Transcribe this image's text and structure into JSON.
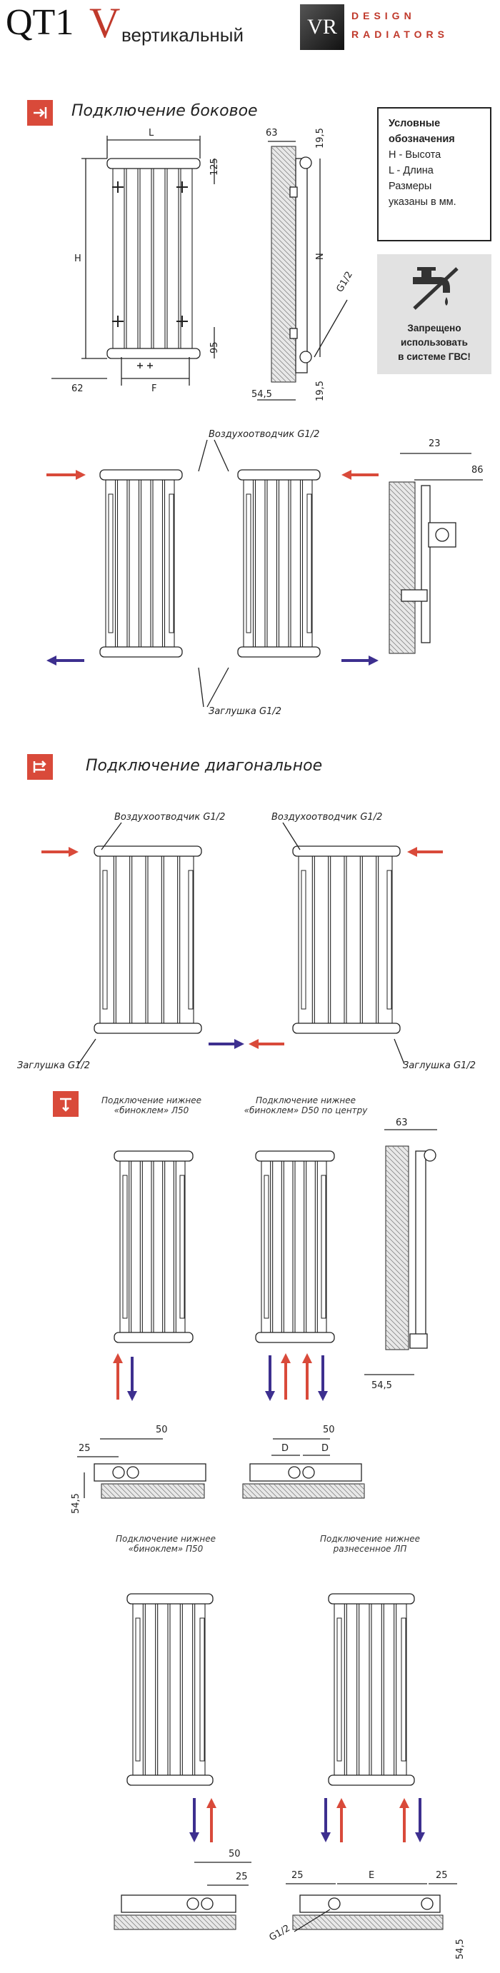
{
  "header": {
    "model": "QT1",
    "variant_letter": "V",
    "variant_word": "вертикальный",
    "logo_mark": "VR",
    "logo_line1": "DESIGN",
    "logo_line2": "RADIATORS"
  },
  "legend": {
    "title_lines": [
      "Условные",
      "обозначения"
    ],
    "items": [
      "H - Высота",
      "L - Длина",
      "Размеры",
      "указаны в мм."
    ]
  },
  "warning": {
    "lines": [
      "Запрещено",
      "использовать",
      "в системе ГВС!"
    ]
  },
  "sections": {
    "side": {
      "title": "Подключение боковое"
    },
    "diagonal": {
      "title": "Подключение диагональное"
    }
  },
  "labels": {
    "air_vent": "Воздухоотводчик G1/2",
    "plug": "Заглушка G1/2",
    "g12": "G1/2"
  },
  "bottom_captions": {
    "c1": [
      "Подключение нижнее",
      "«биноклем» Л50"
    ],
    "c2": [
      "Подключение нижнее",
      "«биноклем» D50 по центру"
    ],
    "c3": [
      "Подключение нижнее",
      "«биноклем» П50"
    ],
    "c4": [
      "Подключение нижнее",
      "разнесенное ЛП"
    ]
  },
  "dimensions": {
    "L": "L",
    "H": "H",
    "F": "F",
    "N": "N",
    "D": "D",
    "E": "E",
    "d125": "125",
    "d95": "95",
    "d62": "62",
    "d63": "63",
    "d19_5": "19,5",
    "d54_5": "54,5",
    "d23": "23",
    "d86": "86",
    "d50": "50",
    "d25": "25"
  },
  "colors": {
    "accent": "#d94a3a",
    "supply": "#d94a3a",
    "return": "#3d2f8f"
  }
}
